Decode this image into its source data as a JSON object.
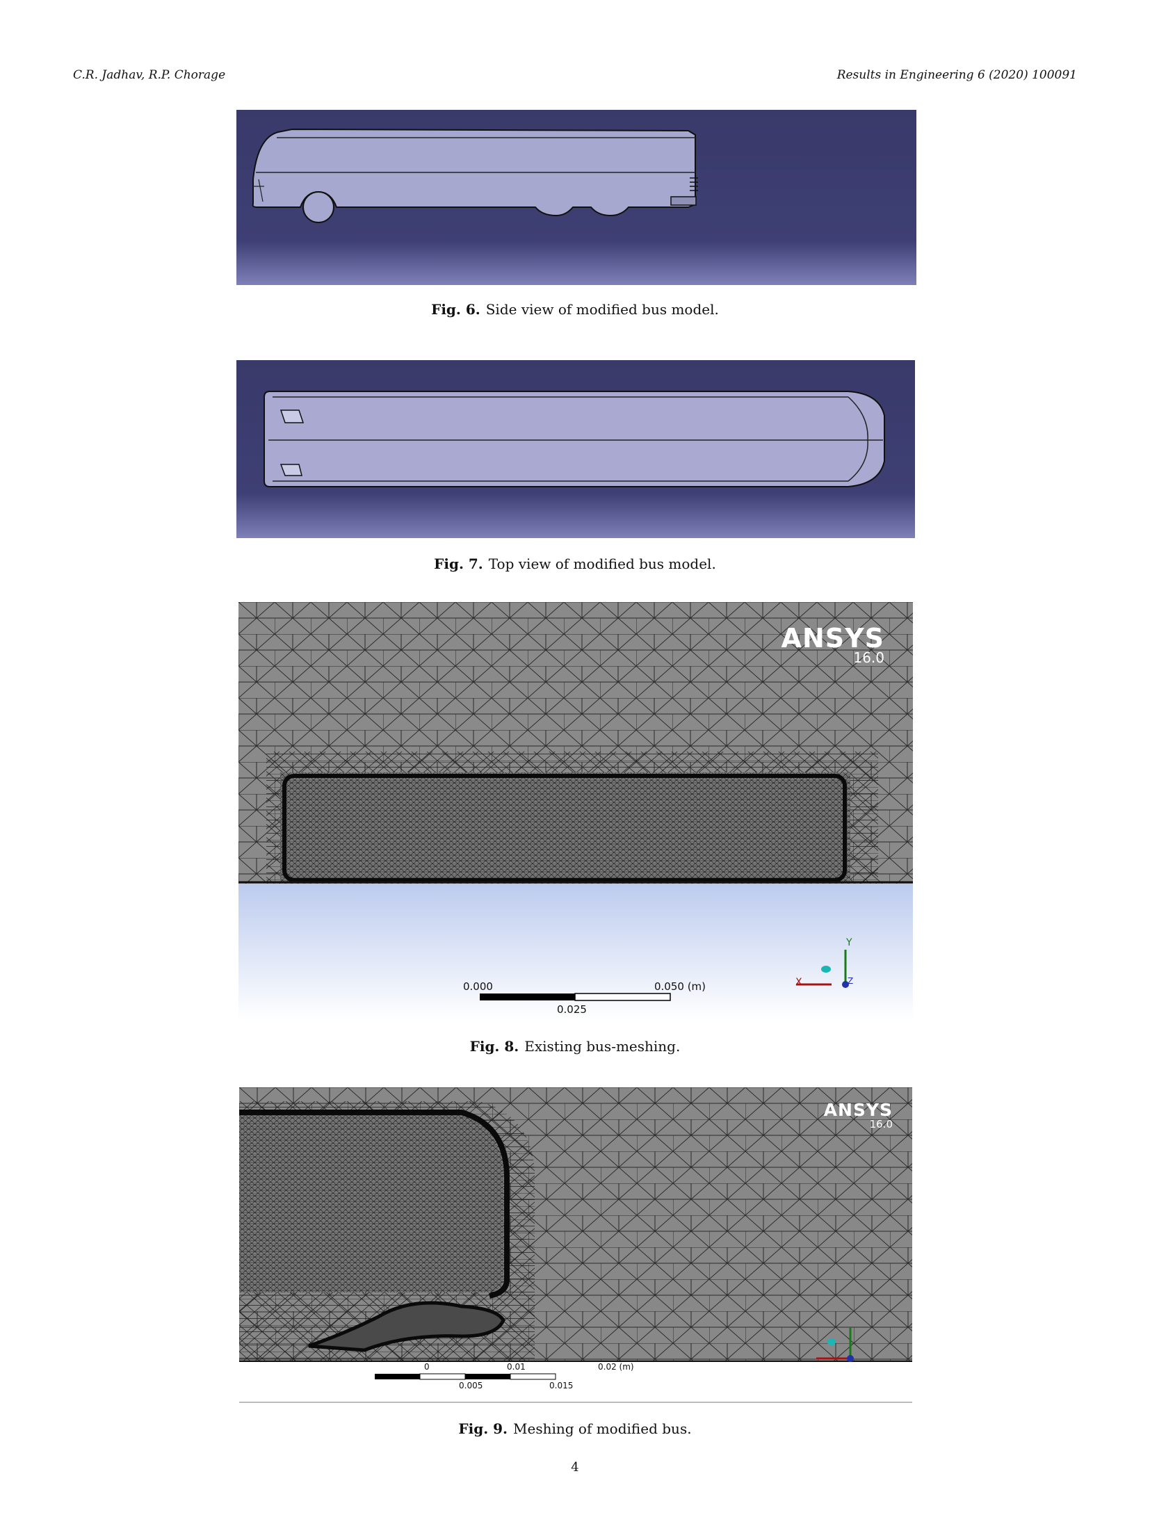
{
  "header": {
    "authors": "C.R. Jadhav, R.P. Chorage",
    "journal": "Results in Engineering 6 (2020) 100091"
  },
  "figures": [
    {
      "label": "Fig. 6.",
      "caption": "Side view of modified bus model."
    },
    {
      "label": "Fig. 7.",
      "caption": "Top view of modified bus model."
    },
    {
      "label": "Fig. 8.",
      "caption": "Existing bus-meshing.",
      "software": "ANSYS",
      "version": "16.0",
      "scale": {
        "start": "0.000",
        "end": "0.050 (m)",
        "mid": "0.025"
      },
      "axes": {
        "x": "X",
        "y": "Y",
        "z": "Z"
      }
    },
    {
      "label": "Fig. 9.",
      "caption": "Meshing of modified bus.",
      "software": "ANSYS",
      "version": "16.0",
      "scale": {
        "start": "0",
        "t1": "0.01",
        "end": "0.02 (m)",
        "m1": "0.005",
        "m2": "0.015"
      }
    }
  ],
  "page_number": "4"
}
